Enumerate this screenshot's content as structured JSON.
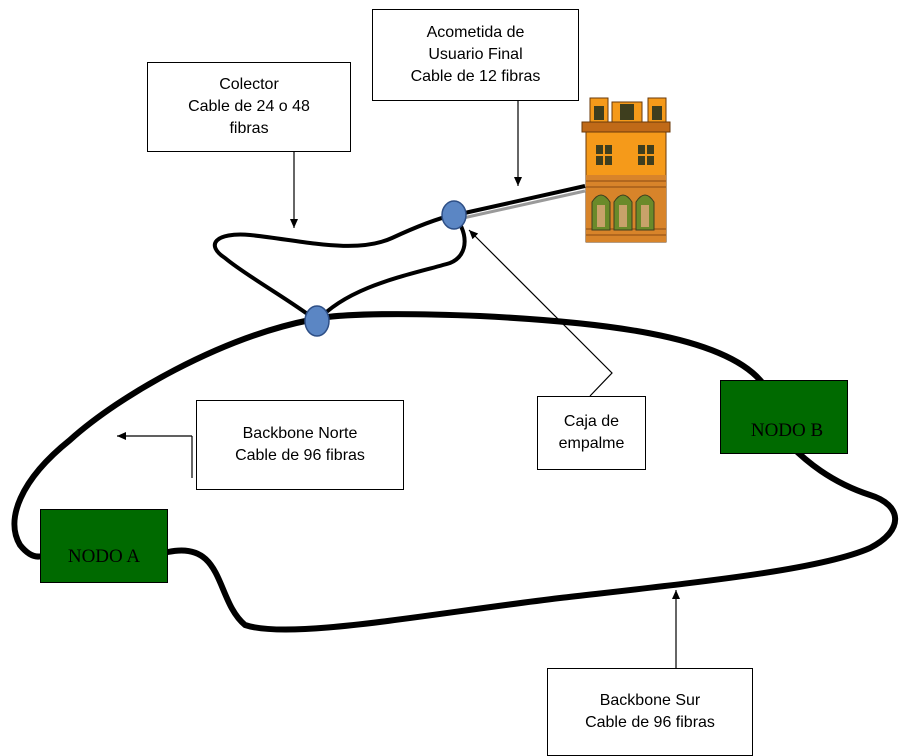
{
  "colors": {
    "cable": "#000000",
    "node_fill": "#006a00",
    "splice_fill": "#5b86c4",
    "splice_stroke": "#2e4f86",
    "drop_cable_highlight": "#9a9a9a",
    "building_main": "#f59a1a",
    "building_roof": "#c06a18",
    "building_window": "#3e3e1e",
    "building_door": "#6a8a2a"
  },
  "labels": {
    "acometida": [
      "Acometida de",
      "Usuario Final",
      "Cable de 12 fibras"
    ],
    "colector": [
      "Colector",
      "Cable de 24 o 48",
      "fibras"
    ],
    "backbone_norte": [
      "Backbone Norte",
      "Cable de 96 fibras"
    ],
    "caja_empalme": [
      "Caja de",
      "empalme"
    ],
    "backbone_sur": [
      "Backbone Sur",
      "Cable de 96 fibras"
    ]
  },
  "nodes": {
    "a": "NODO A",
    "b": "NODO B"
  },
  "icons": {
    "building": "building-icon",
    "splice_box": "splice-box-icon"
  }
}
